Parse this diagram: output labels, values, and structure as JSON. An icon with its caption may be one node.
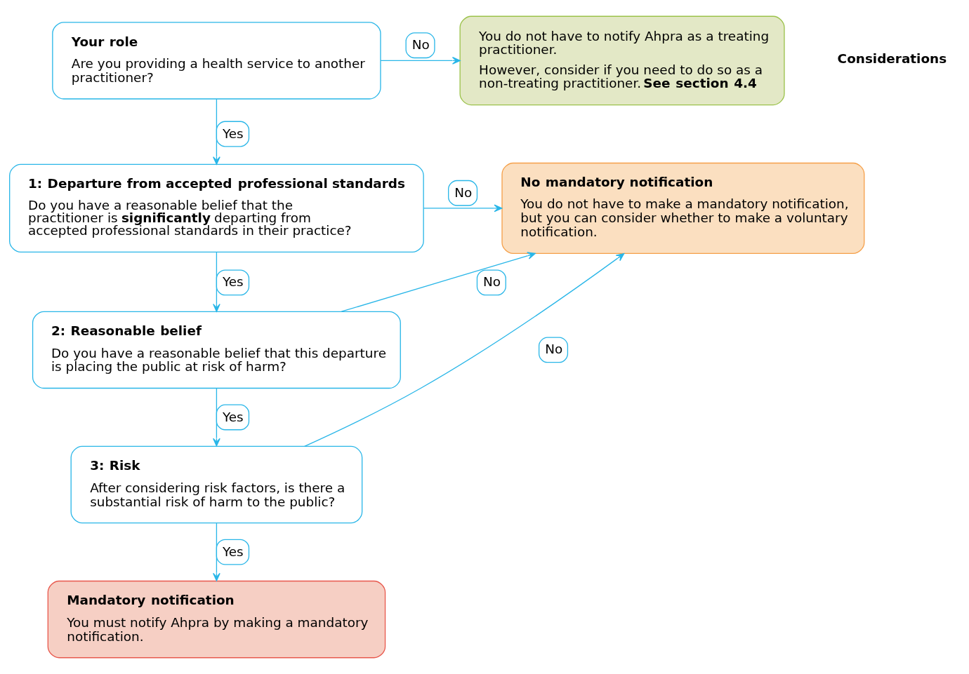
{
  "diagram": {
    "nodes": [
      {
        "text": [
          "Your role",
          "Are you providing a health service to another practitioner?"
        ]
      },
      {
        "text": [
          "You do not have to notify Ahpra as a treating practitioner.",
          "However, consider if you need to do so as a non-treating practitioner. **See section 4.4**"
        ]
      },
      {
        "text": [
          "1:  Departure from accepted professional standards",
          "Do you have a reasonable belief that the practitioner is **significantly** departing from accepted professional standards in their practice?"
        ]
      },
      {
        "text": [
          "2:  Reasonable belief",
          "Do you have a reasonable belief that this departure is placing the public at risk of harm?"
        ]
      },
      {
        "text": [
          "3:  Risk",
          "After considering risk factors, is there a substantial risk of harm to the public?"
        ]
      },
      {
        "text": [
          "No mandatory notification",
          "You do not have to make a mandatory notification, but you can consider whether to make a voluntary notification."
        ]
      },
      {
        "text": [
          "Mandatory notification",
          "You must notify Ahpra by making a mandatory notification."
        ]
      }
    ],
    "edges": [
      {
        "from": 0,
        "to": 1,
        "arrow": "to",
        "label": "No"
      },
      {
        "from": 0,
        "to": 2,
        "arrow": "to",
        "label": "Yes"
      },
      {
        "from": 2,
        "to": 5,
        "arrow": "to",
        "label": "No"
      },
      {
        "from": 2,
        "to": 3,
        "arrow": "to",
        "label": "Yes"
      },
      {
        "from": 3,
        "to": 5,
        "arrow": "to",
        "label": "No"
      },
      {
        "from": 3,
        "to": 4,
        "arrow": "to",
        "label": "Yes"
      },
      {
        "from": 4,
        "to": 5,
        "arrow": "to",
        "label": "No"
      },
      {
        "from": 4,
        "to": 6,
        "arrow": "to",
        "label": "Yes"
      }
    ],
    "labels": [
      "Considerations"
    ]
  }
}
